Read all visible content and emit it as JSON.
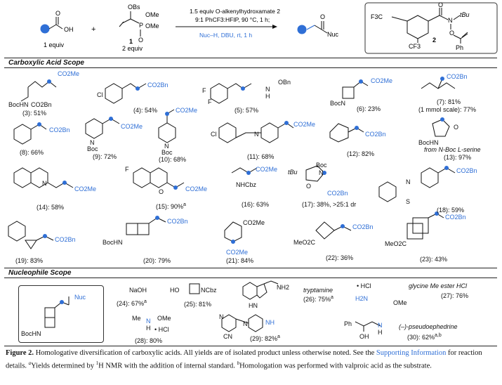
{
  "header": {
    "acid_label": "1 equiv",
    "phosphonate_label": "2 equiv",
    "phosphonate_number": "1",
    "obs": "OBs",
    "ome1": "OMe",
    "ome2": "OMe",
    "p_atom": "P",
    "oh": "OH",
    "plus": "+",
    "condition_line1": "1.5 equiv O-alkenylhydroxamate 2",
    "condition_line2": "9:1 PhCF3:HFIP, 90 °C, 1 h;",
    "condition_line3": "Nuc–H, DBU, rt, 1 h",
    "product_nuc": "Nuc",
    "reagent2_number": "2",
    "reagent2_labels": [
      "F3C",
      "CF3",
      "tBu",
      "N",
      "O",
      "Ph"
    ]
  },
  "sections": {
    "acid_scope": "Carboxylic Acid Scope",
    "nucleophile_scope": "Nucleophile Scope"
  },
  "acid_compounds": [
    {
      "id": "c3",
      "label": "(3): 51%",
      "groups": [
        "CO2Me",
        "BocHN",
        "CO2Bn"
      ]
    },
    {
      "id": "c4",
      "label": "(4): 54%",
      "groups": [
        "CO2Bn",
        "Cl"
      ]
    },
    {
      "id": "c5",
      "label": "(5): 57%",
      "groups": [
        "OBn",
        "N",
        "H",
        "F",
        "F"
      ]
    },
    {
      "id": "c6",
      "label": "(6): 23%",
      "groups": [
        "CO2Me",
        "BocN"
      ]
    },
    {
      "id": "c7",
      "label": "(7): 81%",
      "sub": "(1 mmol scale): 77%",
      "groups": [
        "CO2Bn"
      ]
    },
    {
      "id": "c8",
      "label": "(8): 66%",
      "groups": [
        "CO2Bn"
      ]
    },
    {
      "id": "c9",
      "label": "(9): 72%",
      "groups": [
        "CO2Me",
        "N",
        "Boc"
      ]
    },
    {
      "id": "c10",
      "label": "(10): 68%",
      "groups": [
        "CO2Me",
        "N",
        "Boc"
      ]
    },
    {
      "id": "c11",
      "label": "(11): 68%",
      "groups": [
        "Cl",
        "N",
        "CO2Me"
      ]
    },
    {
      "id": "c12",
      "label": "(12): 82%",
      "groups": [
        "CO2Bn"
      ]
    },
    {
      "id": "c13",
      "label": "(13): 97%",
      "note": "from N-Boc L-serine",
      "groups": [
        "O",
        "BocHN"
      ]
    },
    {
      "id": "c14",
      "label": "(14): 58%",
      "groups": [
        "N",
        "CO2Me"
      ]
    },
    {
      "id": "c15",
      "label": "(15): 90%",
      "sup": "a",
      "groups": [
        "F",
        "O",
        "CO2Me"
      ]
    },
    {
      "id": "c16",
      "label": "(16): 63%",
      "groups": [
        "CO2Me",
        "NHCbz"
      ]
    },
    {
      "id": "c17",
      "label": "(17): 38%, >25:1 dr",
      "groups": [
        "Boc",
        "tBu",
        "N",
        "O",
        "CO2Bn"
      ]
    },
    {
      "id": "c18",
      "label": "(18): 59%",
      "groups": [
        "CO2Bn",
        "N",
        "S"
      ]
    },
    {
      "id": "c19",
      "label": "(19): 83%",
      "groups": [
        "CO2Bn"
      ]
    },
    {
      "id": "c20",
      "label": "(20): 79%",
      "groups": [
        "CO2Bn",
        "BocHN"
      ]
    },
    {
      "id": "c21",
      "label": "(21): 84%",
      "groups": [
        "CO2Me",
        "CO2Me"
      ]
    },
    {
      "id": "c22",
      "label": "(22): 36%",
      "groups": [
        "CO2Bn",
        "MeO2C"
      ]
    },
    {
      "id": "c23",
      "label": "(23): 43%",
      "groups": [
        "CO2Bn",
        "MeO2C"
      ]
    }
  ],
  "nuc_box": {
    "groups": [
      "Nuc",
      "BocHN"
    ]
  },
  "nucleophiles": [
    {
      "id": "n24",
      "name": "NaOH",
      "label": "(24): 67%",
      "sup": "a"
    },
    {
      "id": "n25",
      "name": "HO–⬦–NCbz",
      "label": "(25): 81%",
      "groups": [
        "HO",
        "NCbz"
      ]
    },
    {
      "id": "n26",
      "name": "tryptamine",
      "label": "(26): 75%",
      "sup": "a",
      "groups": [
        "NH2",
        "HN"
      ]
    },
    {
      "id": "n27",
      "name": "glycine Me ester HCl",
      "label": "(27): 76%",
      "groups": [
        "• HCl",
        "H2N",
        "OMe"
      ]
    },
    {
      "id": "n28",
      "label": "(28): 80%",
      "groups": [
        "Me",
        "N",
        "H",
        "OMe",
        "• HCl"
      ]
    },
    {
      "id": "n29",
      "label": "(29): 82%",
      "sup": "a",
      "groups": [
        "N",
        "NH",
        "N",
        "CN"
      ]
    },
    {
      "id": "n30",
      "name": "(–)-pseudoephedrine",
      "label": "(30): 62%",
      "sup": "a,b",
      "groups": [
        "Ph",
        "N",
        "H",
        "OH"
      ]
    }
  ],
  "caption": {
    "fig": "Figure 2.",
    "text1": " Homologative diversification of carboxylic acids. All yields are of isolated product unless otherwise noted. See the ",
    "link": "Supporting Information",
    "text2": " for reaction details. ",
    "fa": "a",
    "text3": "Yields determined by ",
    "nmr_sup": "1",
    "text4": "H NMR with the addition of internal standard. ",
    "fb": "b",
    "text5": "Homologation was performed with valproic acid as the substrate."
  },
  "colors": {
    "accent": "#2f6fd6",
    "ink": "#111111"
  }
}
